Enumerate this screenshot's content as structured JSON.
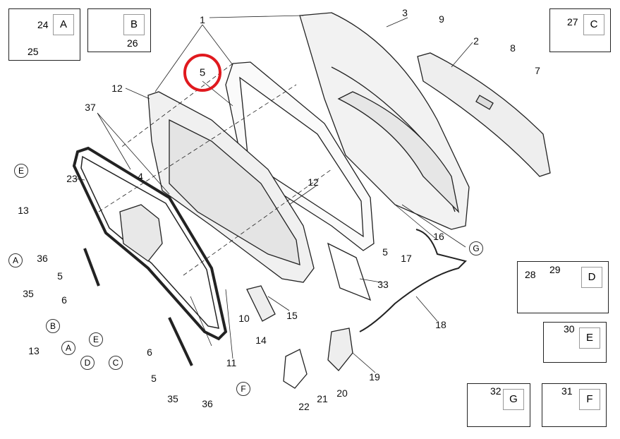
{
  "callouts": [
    "1",
    "3",
    "9",
    "2",
    "8",
    "7",
    "5",
    "12",
    "37",
    "4",
    "23",
    "12",
    "13",
    "36",
    "35",
    "5",
    "6",
    "16",
    "5",
    "17",
    "33",
    "15",
    "10",
    "14",
    "18",
    "13",
    "6",
    "11",
    "19",
    "5",
    "20",
    "21",
    "22",
    "35",
    "36"
  ],
  "highlighted_callout": "5",
  "highlight_color": "#e0191e",
  "circled_refs": [
    "E",
    "A",
    "B",
    "A",
    "E",
    "D",
    "C",
    "G",
    "F"
  ],
  "insets": [
    {
      "key": "A",
      "numbers": [
        "24",
        "25"
      ]
    },
    {
      "key": "B",
      "numbers": [
        "26"
      ]
    },
    {
      "key": "C",
      "numbers": [
        "27"
      ]
    },
    {
      "key": "D",
      "numbers": [
        "28",
        "29"
      ]
    },
    {
      "key": "E",
      "numbers": [
        "30"
      ]
    },
    {
      "key": "G",
      "numbers": [
        "32"
      ]
    },
    {
      "key": "F",
      "numbers": [
        "31"
      ]
    }
  ]
}
